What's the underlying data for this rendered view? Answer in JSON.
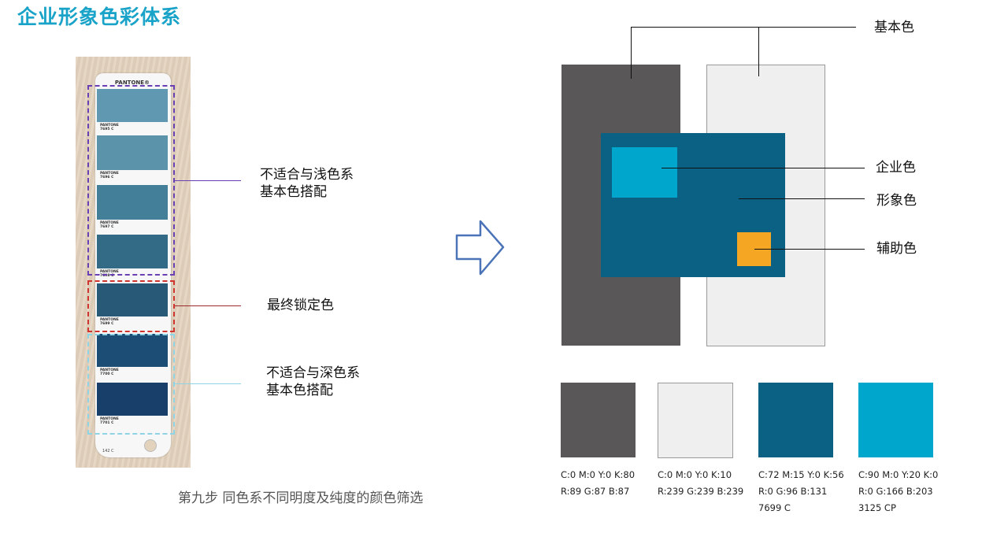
{
  "title": "企业形象色彩体系",
  "pantone_strip": {
    "brand": "PANTONE®",
    "chips": [
      {
        "code": "PANTONE\n7695 C",
        "color": "#5f98b0"
      },
      {
        "code": "PANTONE\n7696 C",
        "color": "#5b93ab"
      },
      {
        "code": "PANTONE\n7697 C",
        "color": "#447f9a"
      },
      {
        "code": "PANTONE\n7698 C",
        "color": "#336b87"
      },
      {
        "code": "PANTONE\n7699 C",
        "color": "#285a77"
      },
      {
        "code": "PANTONE\n7700 C",
        "color": "#1b4d75"
      },
      {
        "code": "PANTONE\n7701 C",
        "color": "#173f69"
      }
    ],
    "bottom_code": "142 C"
  },
  "annotations": {
    "light_unsuitable": [
      "不适合与浅色系",
      "基本色搭配"
    ],
    "final": "最终锁定色",
    "dark_unsuitable": [
      "不适合与深色系",
      "基本色搭配"
    ]
  },
  "caption": "第九步   同色系不同明度及纯度的颜色筛选",
  "diagram": {
    "base_label": "基本色",
    "corporate_label": "企业色",
    "image_label": "形象色",
    "auxiliary_label": "辅助色",
    "colors": {
      "dark_gray": "#595757",
      "light_gray": "#efefef",
      "image_blue": "#0b6184",
      "corporate_cyan": "#00a6cb",
      "auxiliary_orange": "#f5a623"
    }
  },
  "swatches": [
    {
      "color": "#595757",
      "cmyk": "C:0 M:0 Y:0 K:80",
      "rgb": "R:89 G:87 B:87",
      "code": ""
    },
    {
      "color": "#efefef",
      "cmyk": "C:0 M:0 Y:0 K:10",
      "rgb": "R:239 G:239 B:239",
      "code": ""
    },
    {
      "color": "#0b6184",
      "cmyk": "C:72 M:15 Y:0 K:56",
      "rgb": "R:0 G:96 B:131",
      "code": "7699 C"
    },
    {
      "color": "#00a6cb",
      "cmyk": "C:90 M:0 Y:20 K:0",
      "rgb": "R:0 G:166 B:203",
      "code": "3125 CP"
    }
  ]
}
